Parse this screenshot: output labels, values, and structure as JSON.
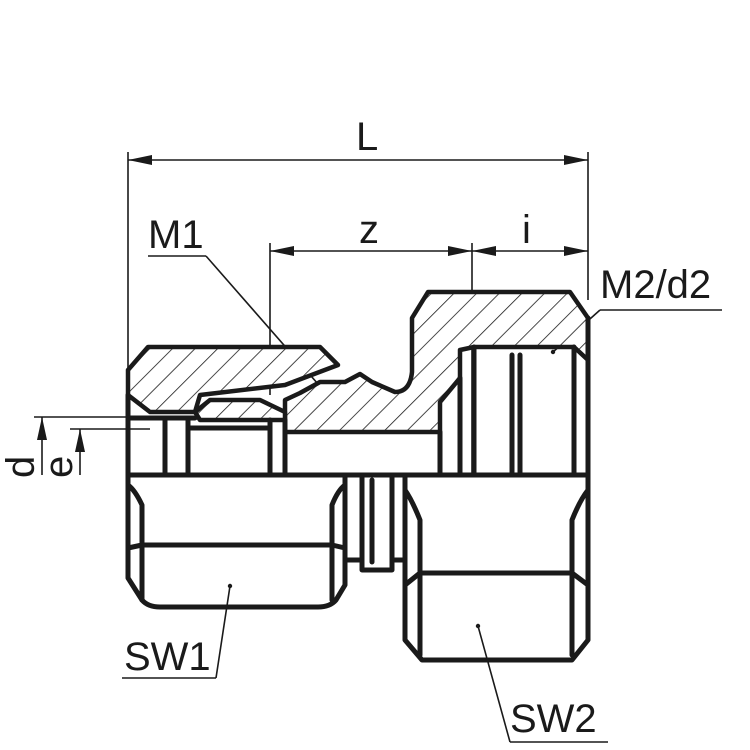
{
  "labels": {
    "L": "L",
    "z": "z",
    "i": "i",
    "M1": "M1",
    "M2d2": "M2/d2",
    "d": "d",
    "e": "e",
    "SW1": "SW1",
    "SW2": "SW2"
  },
  "colors": {
    "line": "#1a1a1a",
    "background": "#ffffff"
  }
}
